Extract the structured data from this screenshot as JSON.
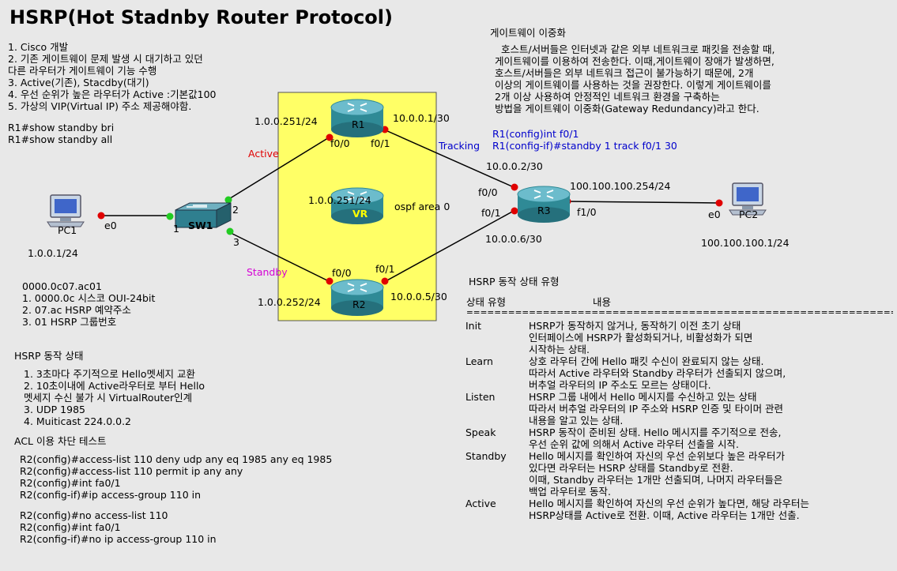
{
  "title": "HSRP(Hot Stadnby Router Protocol)",
  "intro_list": [
    "1. Cisco 개발",
    "2. 기존 게이트웨이 문제 발생 시 대기하고 있던",
    "다른 라우터가 게이트웨이 기능 수행",
    "3. Active(기존), Stacdby(대기)",
    "4. 우선 순위가 높은 라우터가 Active :기본값100",
    "5. 가상의 VIP(Virtual IP) 주소 제공해야함."
  ],
  "show_commands": [
    "R1#show standby bri",
    "R1#show standby all"
  ],
  "mac_info": [
    "0000.0c07.ac01",
    "1. 0000.0c 시스코 OUI-24bit",
    "2. 07.ac HSRP 예약주소",
    "3. 01 HSRP 그룹번호"
  ],
  "hsrp_state_title": "HSRP 동작 상태",
  "hsrp_state_list": [
    "1. 3초마다 주기적으로 Hello멧세지 교환",
    "2. 10초이내에 Active라우터로 부터 Hello",
    "멧세지 수신 불가 시 VirtualRouter인계",
    "3. UDP 1985",
    "4. Muiticast 224.0.0.2"
  ],
  "acl_title": "ACL 이용 차단 테스트",
  "acl_block1": [
    "R2(config)#access-list 110 deny udp any eq 1985 any eq 1985",
    "R2(config)#access-list 110 permit ip any any",
    "R2(config)#int fa0/1",
    "R2(config-if)#ip access-group 110 in"
  ],
  "acl_block2": [
    "R2(config)#no access-list 110",
    "R2(config)#int fa0/1",
    "R2(config-if)#no ip access-group 110 in"
  ],
  "gw_title": "게이트웨이 이중화",
  "gw_text": [
    "  호스트/서버들은 인터넷과 같은 외부 네트워크로 패킷을 전송할 때,",
    "게이트웨이를 이용하여 전송한다. 이때,게이트웨이 장애가 발생하면,",
    "호스트/서버들은 외부 네트워크 접근이 불가능하기 때문에, 2개",
    "이상의 게이트웨이를 사용하는 것을 권장한다. 이렇게 게이트웨이를",
    "2개 이상 사용하여 안정적인 네트워크 환경을 구축하는",
    "방법을 게이트웨이 이중화(Gateway Redundancy)라고 한다."
  ],
  "tracking": {
    "label": "Tracking",
    "cmd1": "R1(config)int f0/1",
    "cmd2": "R1(config-if)#standby 1 track f0/1 30"
  },
  "topology": {
    "pc1": {
      "name": "PC1",
      "ip": "1.0.0.1/24",
      "port": "e0"
    },
    "sw1": {
      "name": "SW1",
      "p1": "1",
      "p2": "2",
      "p3": "3"
    },
    "r1": {
      "name": "R1",
      "ip_left": "1.0.0.251/24",
      "ip_right": "10.0.0.1/30",
      "f00": "f0/0",
      "f01": "f0/1"
    },
    "vr": {
      "name": "VR",
      "ip": "1.0.0.251/24"
    },
    "r2": {
      "name": "R2",
      "ip_left": "1.0.0.252/24",
      "ip_right": "10.0.0.5/30",
      "f00": "f0/0",
      "f01": "f0/1"
    },
    "r3": {
      "name": "R3",
      "f00": "f0/0",
      "f01": "f0/1",
      "f10": "f1/0",
      "ip_top": "10.0.0.2/30",
      "ip_bottom": "10.0.0.6/30",
      "ip_right": "100.100.100.254/24"
    },
    "pc2": {
      "name": "PC2",
      "ip": "100.100.100.1/24",
      "port": "e0"
    },
    "active": "Active",
    "standby": "Standby",
    "ospf": "ospf area 0"
  },
  "state_table": {
    "title": "HSRP 동작 상태 유형",
    "col1": "상태 유형",
    "col2": "내용",
    "separator": "=====================================================================",
    "rows": [
      {
        "state": "Init",
        "desc": [
          "HSRP가 동작하지 않거나, 동작하기 이전 초기 상태",
          "인터페이스에 HSRP가 활성화되거나, 비활성화가 되면",
          "시작하는 상태."
        ]
      },
      {
        "state": "Learn",
        "desc": [
          "상호 라우터 간에 Hello 패킷 수신이 완료되지 않는 상태.",
          "따라서 Active 라우터와 Standby 라우터가 선출되지 않으며,",
          "버추얼 라우터의 IP 주소도 모르는 상태이다."
        ]
      },
      {
        "state": "Listen",
        "desc": [
          "HSRP 그룹 내에서 Hello 메시지를 수신하고 있는 상태",
          "따라서 버추얼 라우터의 IP 주소와 HSRP 인증 및 타이머 관련",
          "내용을 알고 있는 상태."
        ]
      },
      {
        "state": "Speak",
        "desc": [
          "HSRP 동작이 준비된 상태. Hello 메시지를 주기적으로 전송,",
          "우선 순위 값에 의해서 Active 라우터 선출을 시작."
        ]
      },
      {
        "state": "Standby",
        "desc": [
          "Hello 메시지를 확인하여 자신의 우선 순위보다 높은 라우터가",
          "있다면 라우터는 HSRP 상태를 Standby로 전환.",
          "이때, Standby 라우터는 1개만 선출되며, 나머지 라우터들은",
          "백업 라우터로 동작."
        ]
      },
      {
        "state": "Active",
        "desc": [
          "Hello 메시지를 확인하여 자신의 우선 순위가 높다면, 해당 라우터는",
          "HSRP상태를 Active로 전환. 이때, Active 라우터는 1개만 선출."
        ]
      }
    ]
  }
}
